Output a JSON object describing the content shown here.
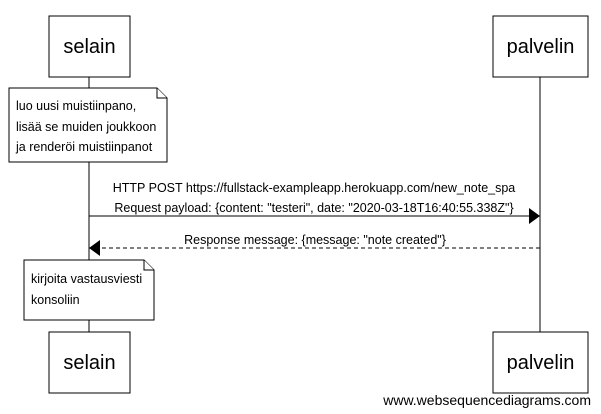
{
  "participants": {
    "left": "selain",
    "right": "palvelin"
  },
  "notes": {
    "first": {
      "lines": [
        "luo uusi muistiinpano,",
        "lisää se muiden joukkoon",
        "ja renderöi muistiinpanot"
      ]
    },
    "second": {
      "lines": [
        "kirjoita vastausviesti",
        "konsoliin"
      ]
    }
  },
  "messages": {
    "request": {
      "lines": [
        "HTTP POST https://fullstack-exampleapp.herokuapp.com/new_note_spa",
        "Request payload: {content: \"testeri\", date: \"2020-03-18T16:40:55.338Z\"}"
      ]
    },
    "response": {
      "lines": [
        "Response message: {message: \"note created\"}"
      ]
    }
  },
  "watermark": "www.websequencediagrams.com"
}
